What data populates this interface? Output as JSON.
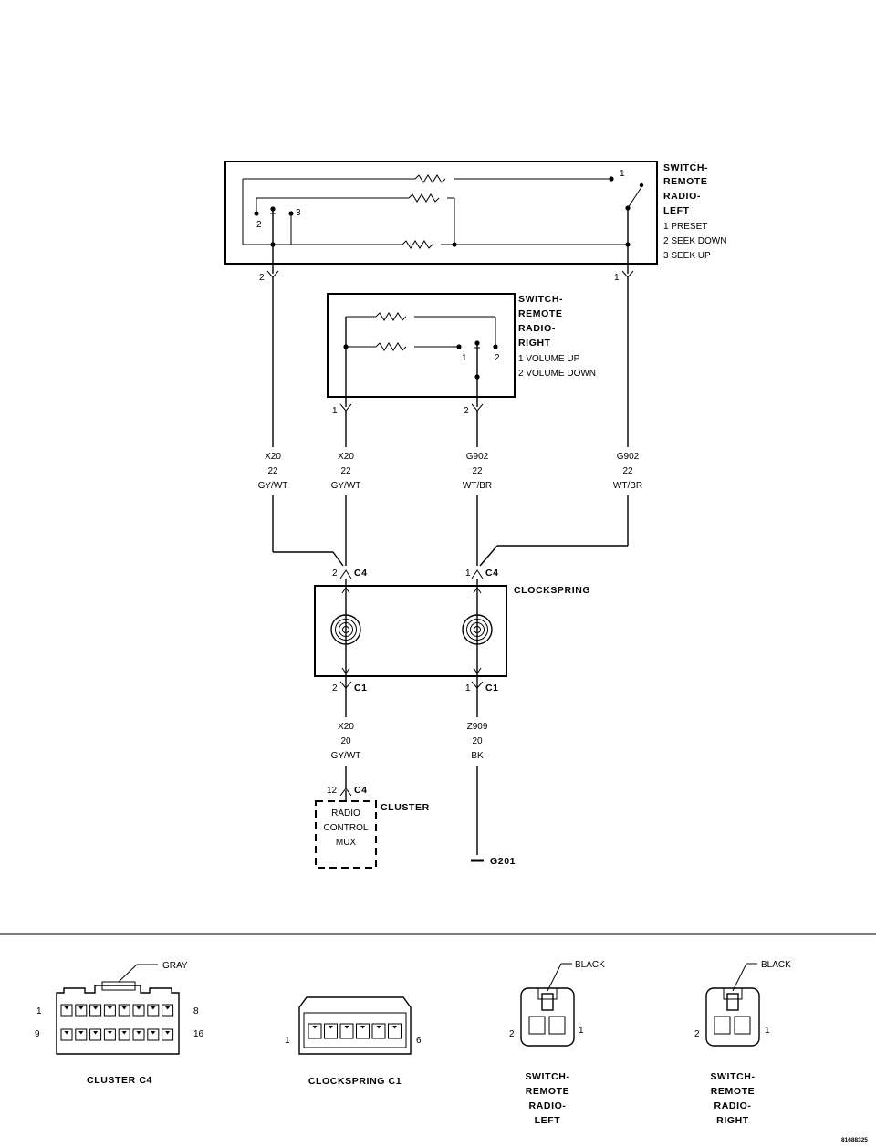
{
  "switch_left": {
    "title": [
      "SWITCH-",
      "REMOTE",
      "RADIO-",
      "LEFT"
    ],
    "functions": [
      "1 PRESET",
      "2 SEEK DOWN",
      "3 SEEK UP"
    ],
    "internal_pins": [
      "1",
      "2",
      "3"
    ],
    "connector_pins": [
      "2",
      "1"
    ]
  },
  "switch_right": {
    "title": [
      "SWITCH-",
      "REMOTE",
      "RADIO-",
      "RIGHT"
    ],
    "functions": [
      "1 VOLUME UP",
      "2 VOLUME DOWN"
    ],
    "internal_pins": [
      "1",
      "2"
    ],
    "connector_pins": [
      "1",
      "2"
    ]
  },
  "wires_upper": [
    {
      "circuit": "X20",
      "gauge": "22",
      "color": "GY/WT"
    },
    {
      "circuit": "X20",
      "gauge": "22",
      "color": "GY/WT"
    },
    {
      "circuit": "G902",
      "gauge": "22",
      "color": "WT/BR"
    },
    {
      "circuit": "G902",
      "gauge": "22",
      "color": "WT/BR"
    }
  ],
  "clockspring": {
    "title": "CLOCKSPRING",
    "c4_pins": [
      "2",
      "1"
    ],
    "c4_label": "C4",
    "c1_pins": [
      "2",
      "1"
    ],
    "c1_label": "C1"
  },
  "wires_lower": [
    {
      "circuit": "X20",
      "gauge": "20",
      "color": "GY/WT"
    },
    {
      "circuit": "Z909",
      "gauge": "20",
      "color": "BK"
    }
  ],
  "cluster": {
    "title": "CLUSTER",
    "pin": "12",
    "connector": "C4",
    "module_lines": [
      "RADIO",
      "CONTROL",
      "MUX"
    ]
  },
  "ground": "G201",
  "connector_views": {
    "cluster_c4": {
      "caption": "CLUSTER C4",
      "color": "GRAY",
      "pins": [
        "1",
        "8",
        "9",
        "16"
      ]
    },
    "clockspring_c1": {
      "caption": "CLOCKSPRING C1",
      "pins": [
        "1",
        "6"
      ]
    },
    "switch_left": {
      "caption": [
        "SWITCH-",
        "REMOTE",
        "RADIO-",
        "LEFT"
      ],
      "color": "BLACK",
      "pins": [
        "2",
        "1"
      ]
    },
    "switch_right": {
      "caption": [
        "SWITCH-",
        "REMOTE",
        "RADIO-",
        "RIGHT"
      ],
      "color": "BLACK",
      "pins": [
        "2",
        "1"
      ]
    }
  },
  "figure_id": "81688325"
}
